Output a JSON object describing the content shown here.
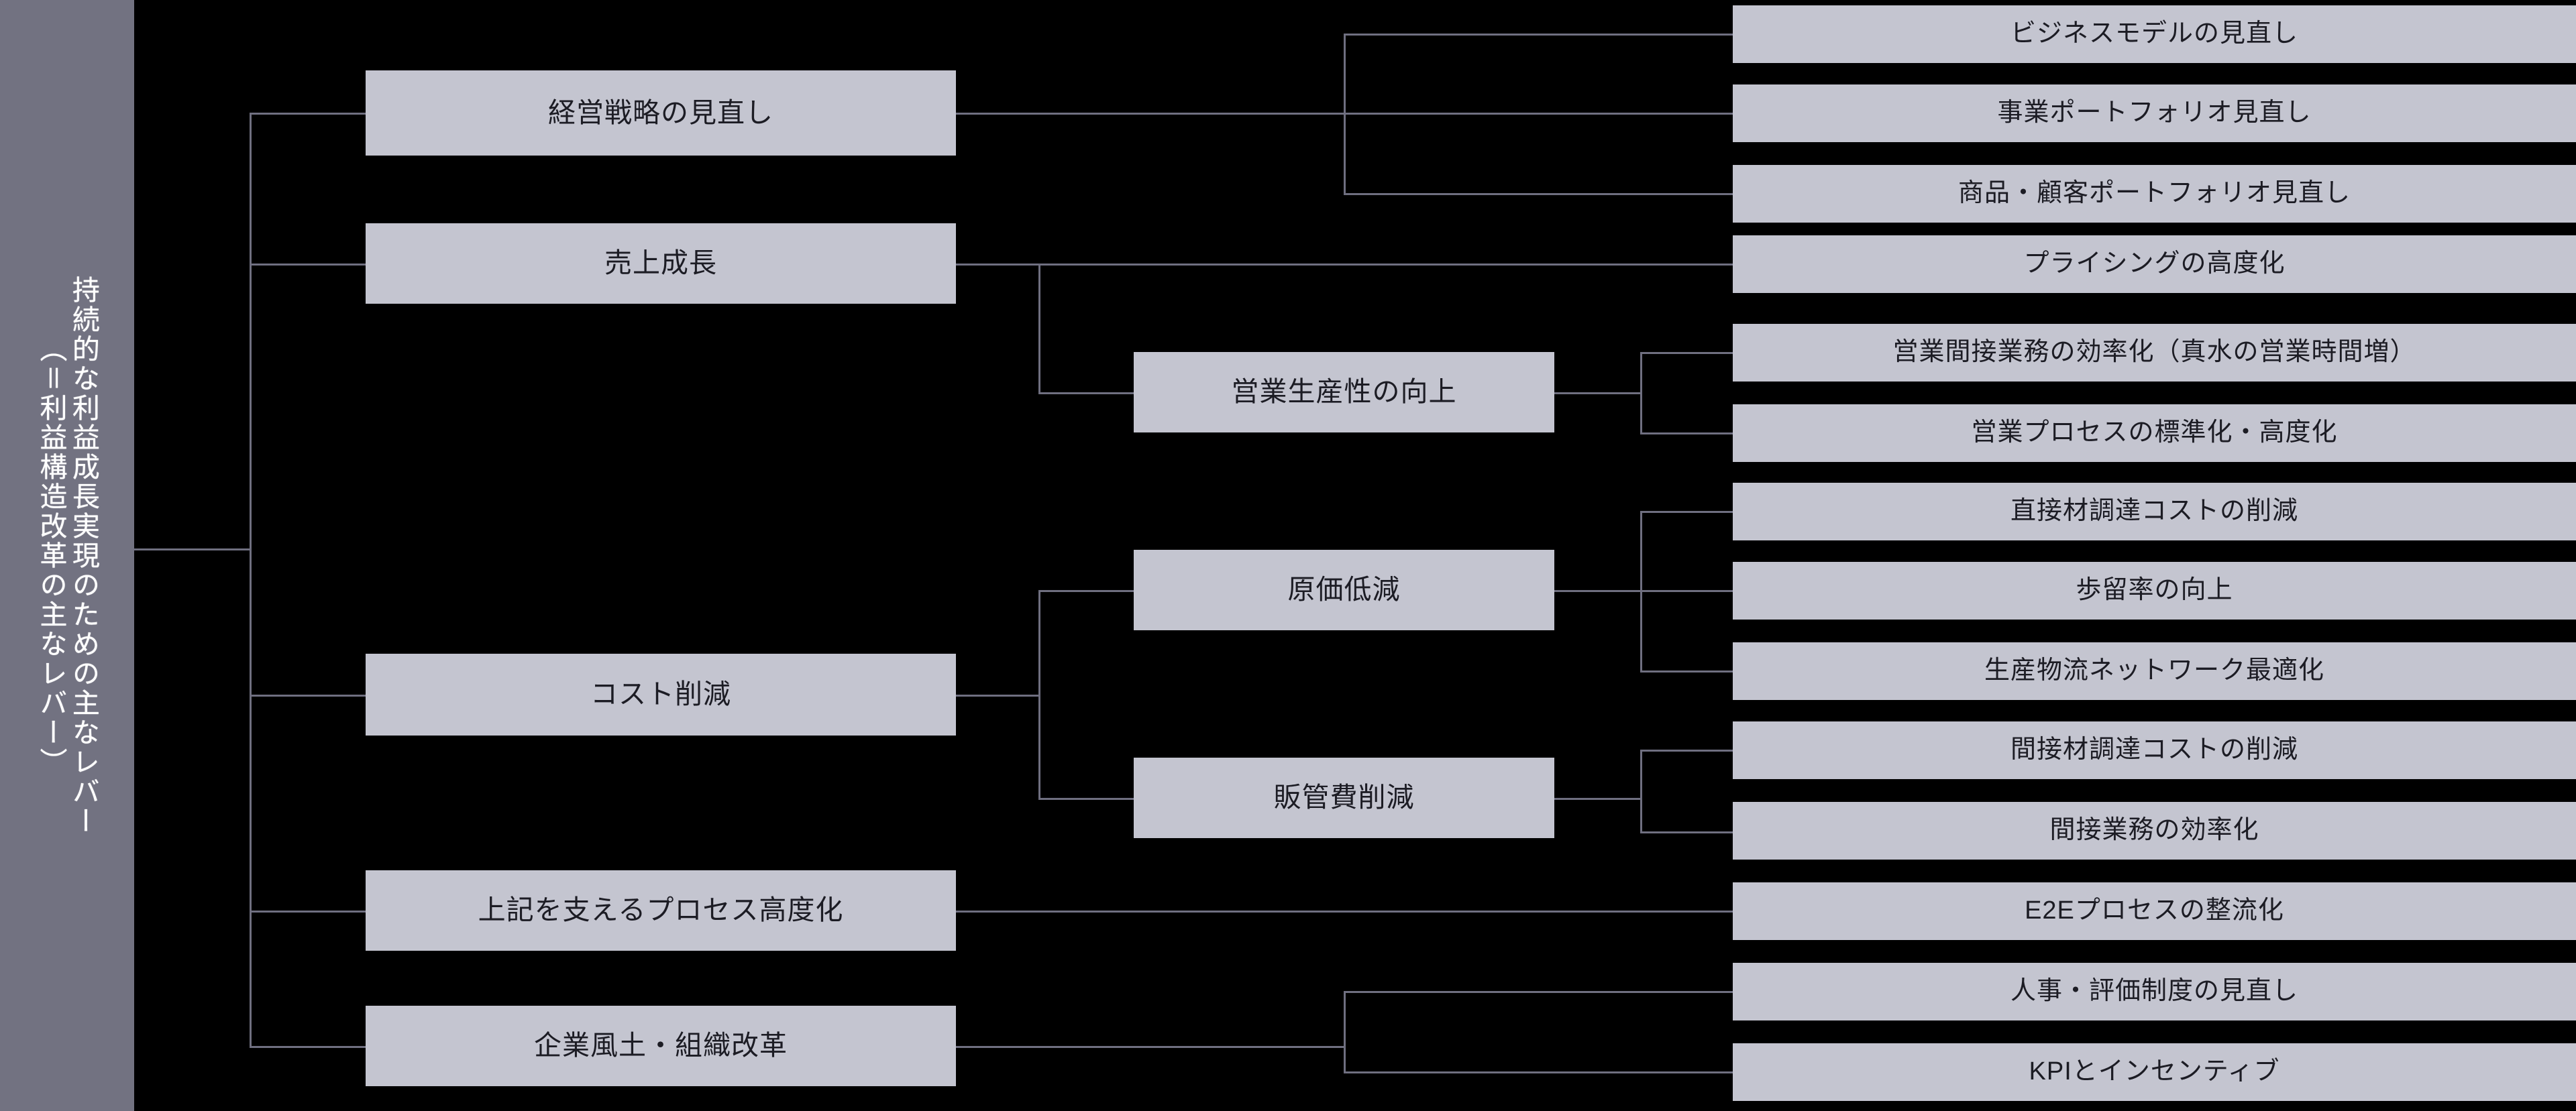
{
  "diagram": {
    "type": "tree",
    "title_vertical_main": "持続的な利益成長実現のための主なレバー",
    "title_vertical_sub": "（＝利益構造改革の主なレバー）",
    "colors": {
      "background": "#000000",
      "root_band": "#727281",
      "node_fill": "#c4c5d0",
      "node_text": "#1c1c24",
      "connector": "#6f6f80",
      "root_text": "#ffffff"
    },
    "level2": [
      {
        "id": "l2-0",
        "label": "経営戦略の見直し"
      },
      {
        "id": "l2-1",
        "label": "売上成長"
      },
      {
        "id": "l2-2",
        "label": "コスト削減"
      },
      {
        "id": "l2-3",
        "label": "上記を支えるプロセス高度化"
      },
      {
        "id": "l2-4",
        "label": "企業風土・組織改革"
      }
    ],
    "level3": [
      {
        "id": "l3-0",
        "label": "営業生産性の向上"
      },
      {
        "id": "l3-1",
        "label": "原価低減"
      },
      {
        "id": "l3-2",
        "label": "販管費削減"
      }
    ],
    "level4": [
      {
        "id": "l4-0",
        "label": "ビジネスモデルの見直し"
      },
      {
        "id": "l4-1",
        "label": "事業ポートフォリオ見直し"
      },
      {
        "id": "l4-2",
        "label": "商品・顧客ポートフォリオ見直し"
      },
      {
        "id": "l4-3",
        "label": "プライシングの高度化"
      },
      {
        "id": "l4-4",
        "label": "営業間接業務の効率化（真水の営業時間増）"
      },
      {
        "id": "l4-5",
        "label": "営業プロセスの標準化・高度化"
      },
      {
        "id": "l4-6",
        "label": "直接材調達コストの削減"
      },
      {
        "id": "l4-7",
        "label": "歩留率の向上"
      },
      {
        "id": "l4-8",
        "label": "生産物流ネットワーク最適化"
      },
      {
        "id": "l4-9",
        "label": "間接材調達コストの削減"
      },
      {
        "id": "l4-10",
        "label": "間接業務の効率化"
      },
      {
        "id": "l4-11",
        "label": "E2Eプロセスの整流化"
      },
      {
        "id": "l4-12",
        "label": "人事・評価制度の見直し"
      },
      {
        "id": "l4-13",
        "label": "KPIとインセンティブ"
      }
    ]
  }
}
